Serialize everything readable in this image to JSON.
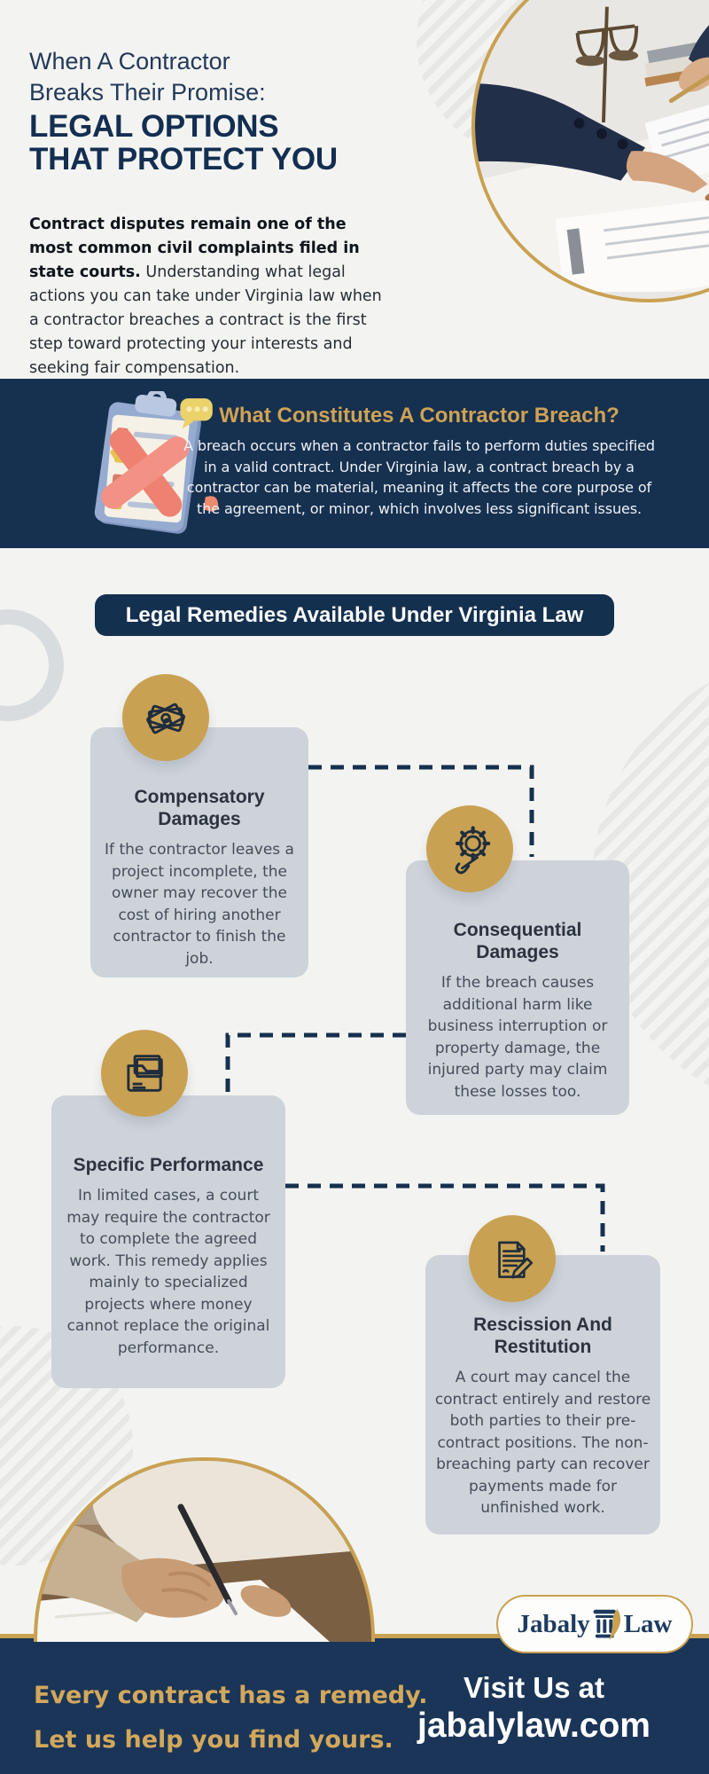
{
  "colors": {
    "page_bg": "#f3f4f1",
    "navy": "#16304f",
    "gold": "#c9a152",
    "card_bg": "#cdd3d9",
    "footer_navy": "#1a3557"
  },
  "header": {
    "kicker": [
      "When A Contractor",
      "Breaks Their Promise:"
    ],
    "title": [
      "LEGAL OPTIONS",
      "THAT PROTECT YOU"
    ],
    "intro_bold": "Contract disputes remain one of the most common civil complaints filed in state courts.",
    "intro_rest": "Understanding what legal actions you can take under Virginia law when a contractor breaches a contract is the first step toward protecting your interests and seeking fair compensation."
  },
  "breach": {
    "title": "What Constitutes A Contractor Breach?",
    "body_lines": [
      "A breach occurs when a contractor fails to perform duties specified",
      "in a valid contract. Under Virginia law, a contract breach by a",
      "contractor can be material, meaning it affects the core purpose of",
      "the agreement, or minor, which involves less significant issues."
    ],
    "icon": "clipboard-x-icon"
  },
  "remedies": {
    "heading": "Legal Remedies Available Under Virginia Law",
    "cards": [
      {
        "icon": "money-bills-icon",
        "title": "Compensatory Damages",
        "body": "If the contractor leaves a project incomplete, the owner may recover the cost of hiring another contractor to finish the job."
      },
      {
        "icon": "gear-wrench-icon",
        "title": "Consequential Damages",
        "body": "If the breach causes additional harm like business interruption or property damage, the injured party may claim these losses too."
      },
      {
        "icon": "folder-icon",
        "title": "Specific Performance",
        "body": "In limited cases, a court may require the contractor to complete the agreed work. This remedy applies mainly to specialized projects where money cannot replace the original performance."
      },
      {
        "icon": "document-pencil-icon",
        "title": "Rescission And Restitution",
        "body": "A court may cancel the contract entirely and restore both parties to their pre-contract positions. The non-breaching party can recover payments made for unfinished work."
      }
    ]
  },
  "footer": {
    "tagline": [
      "Every contract has a remedy.",
      "Let us help you find yours."
    ],
    "visit": [
      "Visit Us at",
      "jabalylaw.com"
    ],
    "logo": {
      "left": "Jabaly",
      "right": "Law"
    }
  }
}
